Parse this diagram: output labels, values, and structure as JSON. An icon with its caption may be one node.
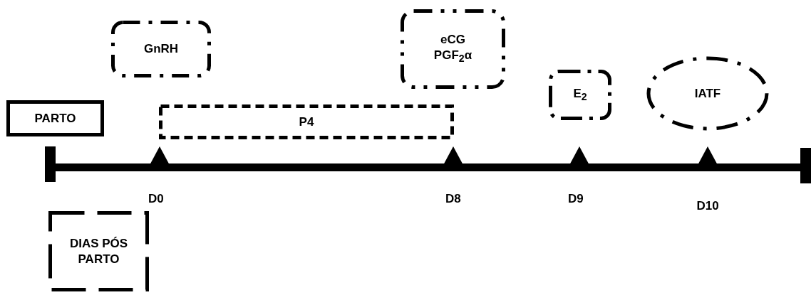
{
  "diagram": {
    "nodes": [
      {
        "text": [
          "GnRH"
        ]
      },
      {
        "text": [
          "eCG PGF$_{2}$α"
        ]
      },
      {
        "text": [
          "E$_{2}$"
        ]
      },
      {
        "text": [
          "IATF"
        ]
      },
      {
        "text": [
          "PARTO"
        ]
      },
      {
        "text": [
          "P4"
        ]
      },
      {
        "text": [
          "DIAS PÓS PARTO"
        ]
      }
    ],
    "labels": [
      "D0",
      "D8",
      "D9",
      "D10"
    ]
  }
}
